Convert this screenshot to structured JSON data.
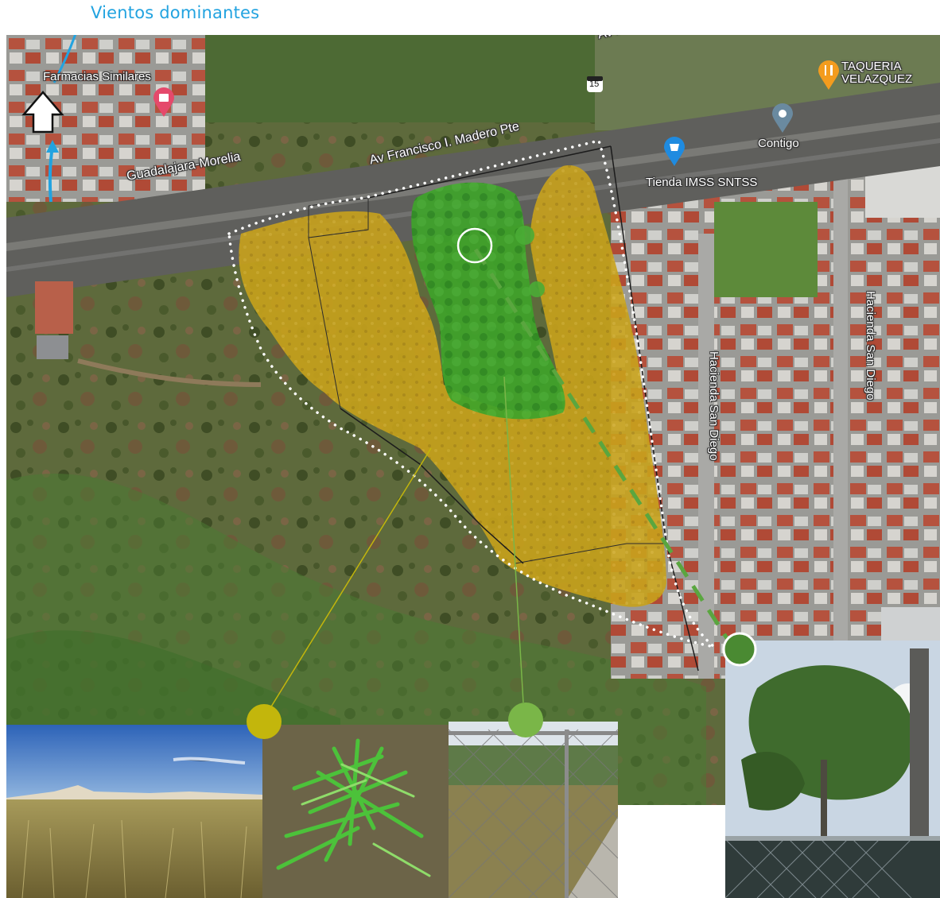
{
  "header": {
    "title": "Vientos dominantes"
  },
  "map": {
    "labels": {
      "pharmacy": "Farmacias Similares",
      "highway": "Guadalajara-Morelia",
      "avenue": "Av Francisco I. Madero Pte",
      "avenue_top": "Av Fra",
      "route_shield": "15",
      "taqueria": "TAQUERIA\nVELAZQUEZ",
      "contigo": "Contigo",
      "tienda": "Tienda IMSS SNTSS",
      "hacienda_left": "Hacienda San Diego",
      "hacienda_right": "Hacienda San Diego"
    },
    "icons": [
      "wind-direction-arrow-icon",
      "shop-pin-icon",
      "restaurant-pin-icon",
      "location-pin-icon",
      "shopping-pin-icon"
    ],
    "colors": {
      "grassland_zone": "#c8a21b",
      "tree_zone": "#3ea32a",
      "wind_accent": "#22a3e0",
      "boundary": "#ffffff",
      "marker_grass": "#c3b60c",
      "marker_tree": "#7ab648",
      "marker_climber": "#4a8a32"
    }
  },
  "photos": [
    "grassland-photo",
    "grass-closeup-photo",
    "fence-field-photo",
    "climbing-plant-photo"
  ]
}
